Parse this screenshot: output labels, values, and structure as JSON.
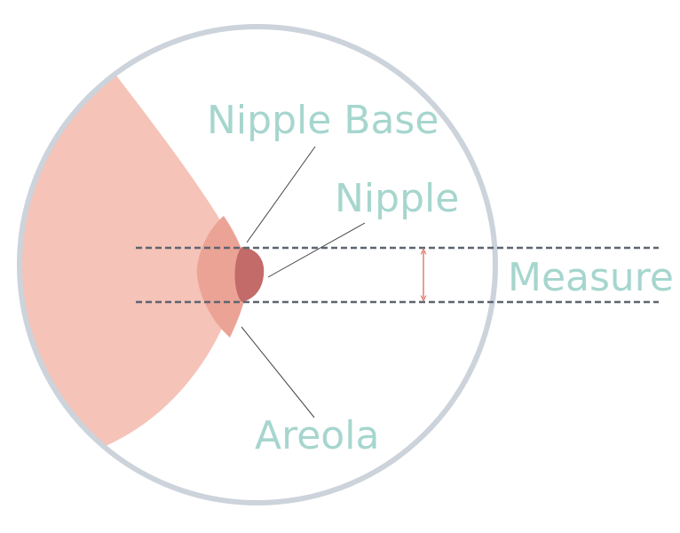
{
  "labels": {
    "nipple_base": "Nipple Base",
    "nipple": "Nipple",
    "measure": "Measure",
    "areola": "Areola"
  },
  "colors": {
    "label": "#a6d6ce",
    "ring": "#ccd3db",
    "breast": "#f5c3b8",
    "areola": "#eba396",
    "nipple": "#c26b69",
    "dashed_line": "#5d6570",
    "leader_line": "#444444",
    "measure_arrow": "#e07468"
  }
}
